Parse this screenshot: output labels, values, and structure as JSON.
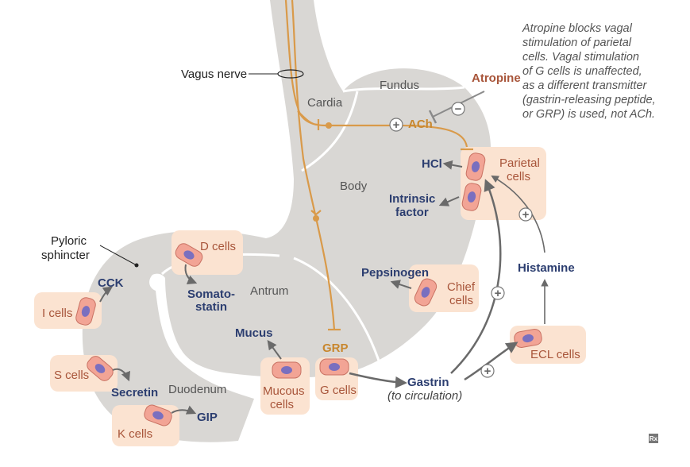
{
  "regions": {
    "fundus": "Fundus",
    "cardia": "Cardia",
    "body": "Body",
    "antrum": "Antrum",
    "duodenum": "Duodenum"
  },
  "labels": {
    "vagus_nerve": "Vagus nerve",
    "pyloric_sphincter_1": "Pyloric",
    "pyloric_sphincter_2": "sphincter",
    "atropine": "Atropine",
    "ach": "ACh",
    "grp": "GRP",
    "hcl": "HCl",
    "intrinsic_1": "Intrinsic",
    "intrinsic_2": "factor",
    "pepsinogen": "Pepsinogen",
    "histamine": "Histamine",
    "gastrin": "Gastrin",
    "to_circulation": "(to circulation)",
    "somato_1": "Somato-",
    "somato_2": "statin",
    "mucus": "Mucus",
    "cck": "CCK",
    "secretin": "Secretin",
    "gip": "GIP"
  },
  "cells": {
    "parietal_1": "Parietal",
    "parietal_2": "cells",
    "chief_1": "Chief",
    "chief_2": "cells",
    "ecl": "ECL cells",
    "d": "D cells",
    "i": "I cells",
    "s": "S cells",
    "k": "K cells",
    "mucous_1": "Mucous",
    "mucous_2": "cells",
    "g": "G cells"
  },
  "symbols": {
    "plus": "+",
    "minus": "−"
  },
  "note": {
    "line1": "Atropine blocks vagal",
    "line2": "stimulation of parietal",
    "line3": "cells. Vagal stimulation",
    "line4": "of G cells is unaffected,",
    "line5": "as a different transmitter",
    "line6": "(gastrin-releasing peptide,",
    "line7": "or GRP) is used, not ACh."
  },
  "logo": "Rx",
  "colors": {
    "stomach": "#d9d7d4",
    "nerve": "#d99a4a",
    "cell_box": "#fbe3d1",
    "cell_fill": "#f2a495",
    "nucleus": "#7a6fbf",
    "navy": "#2c3e70",
    "rust": "#a8553a"
  }
}
